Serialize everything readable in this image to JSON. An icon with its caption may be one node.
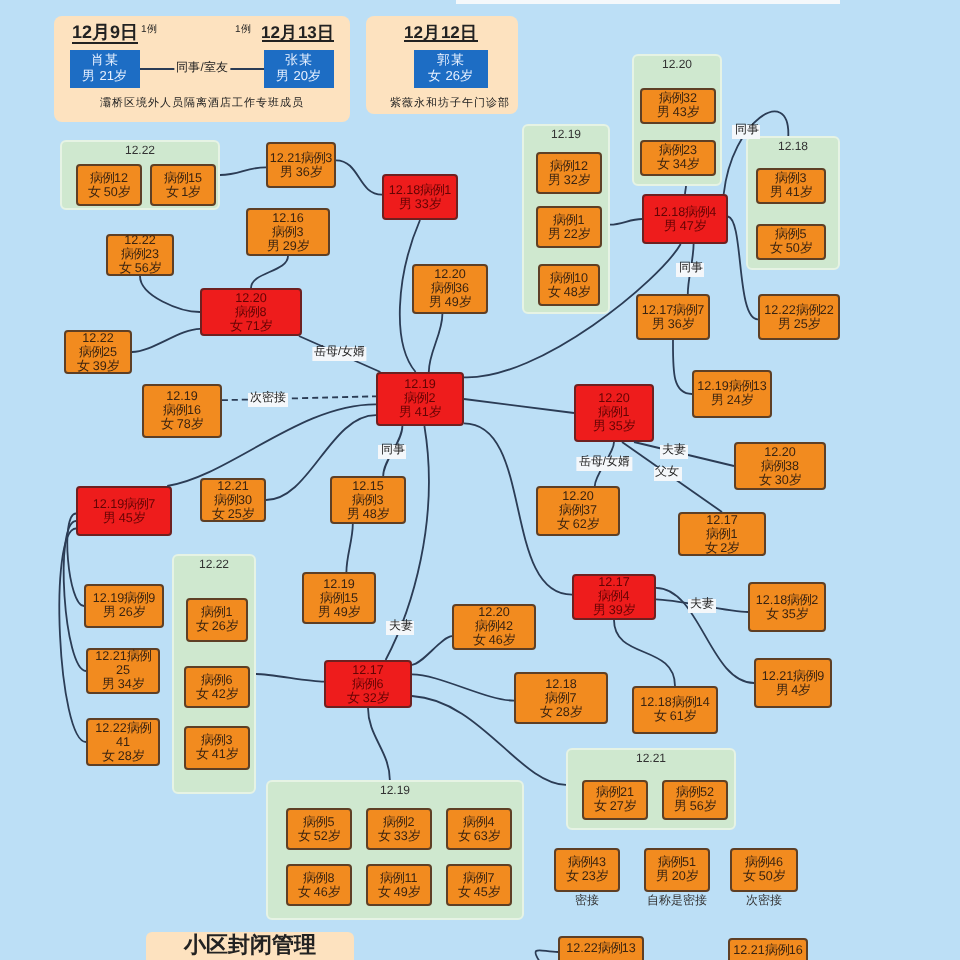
{
  "diagram": {
    "nodes": [
      {
        "text": [
          "12月9日",
          "1例",
          "1例",
          "12月13日",
          "灞桥区境外人员隔离酒店工作专班成员"
        ]
      },
      {
        "text": [
          "肖某",
          "男 21岁"
        ],
        "in": 0
      },
      {
        "text": [
          "张某",
          "男 20岁"
        ],
        "in": 0
      },
      {
        "text": [
          "12月12日",
          "紫薇永和坊子午门诊部"
        ]
      },
      {
        "text": [
          "郭某",
          "女 26岁"
        ],
        "in": 3
      },
      {
        "text": [
          "12.22"
        ]
      },
      {
        "text": [
          "病例12",
          "女 50岁"
        ],
        "in": 5
      },
      {
        "text": [
          "病例15",
          "女 1岁"
        ],
        "in": 5
      },
      {
        "text": [
          "12.21病例3",
          "男 36岁"
        ]
      },
      {
        "text": [
          "12.18病例1",
          "男 33岁"
        ]
      },
      {
        "text": [
          "12.16",
          "病例3",
          "男 29岁"
        ]
      },
      {
        "text": [
          "12.22",
          "病例23",
          "女 56岁"
        ]
      },
      {
        "text": [
          "12.20",
          "病例8",
          "女 71岁"
        ]
      },
      {
        "text": [
          "12.22",
          "病例25",
          "女 39岁"
        ]
      },
      {
        "text": [
          "12.20",
          "病例36",
          "男 49岁"
        ]
      },
      {
        "text": [
          "12.19",
          "病例16",
          "女 78岁"
        ]
      },
      {
        "text": [
          "12.19",
          "病例2",
          "男 41岁"
        ]
      },
      {
        "text": [
          "12.21",
          "病例30",
          "女 25岁"
        ]
      },
      {
        "text": [
          "12.15",
          "病例3",
          "男 48岁"
        ]
      },
      {
        "text": [
          "12.19病例7",
          "男 45岁"
        ]
      },
      {
        "text": [
          "12.22"
        ]
      },
      {
        "text": [
          "病例1",
          "女 26岁"
        ],
        "in": 20
      },
      {
        "text": [
          "病例6",
          "女 42岁"
        ],
        "in": 20
      },
      {
        "text": [
          "病例3",
          "女 41岁"
        ],
        "in": 20
      },
      {
        "text": [
          "12.19病例9",
          "男 26岁"
        ]
      },
      {
        "text": [
          "12.19",
          "病例15",
          "男 49岁"
        ]
      },
      {
        "text": [
          "12.21病例25",
          "男 34岁"
        ]
      },
      {
        "text": [
          "12.22病例41",
          "女 28岁"
        ]
      },
      {
        "text": [
          "12.17",
          "病例6",
          "女 32岁"
        ]
      },
      {
        "text": [
          "12.19"
        ]
      },
      {
        "text": [
          "病例5",
          "女 52岁"
        ],
        "in": 29
      },
      {
        "text": [
          "病例2",
          "女 33岁"
        ],
        "in": 29
      },
      {
        "text": [
          "病例4",
          "女 63岁"
        ],
        "in": 29
      },
      {
        "text": [
          "病例8",
          "女 46岁"
        ],
        "in": 29
      },
      {
        "text": [
          "病例11",
          "女 49岁"
        ],
        "in": 29
      },
      {
        "text": [
          "病例7",
          "女 45岁"
        ],
        "in": 29
      },
      {
        "text": [
          "12.20"
        ]
      },
      {
        "text": [
          "病例32",
          "男 43岁"
        ],
        "in": 36
      },
      {
        "text": [
          "病例23",
          "女 34岁"
        ],
        "in": 36
      },
      {
        "text": [
          "12.19"
        ]
      },
      {
        "text": [
          "病例12",
          "男 32岁"
        ],
        "in": 39
      },
      {
        "text": [
          "病例1",
          "男 22岁"
        ],
        "in": 39
      },
      {
        "text": [
          "病例10",
          "女 48岁"
        ],
        "in": 39
      },
      {
        "text": [
          "12.18病例4",
          "男 47岁"
        ]
      },
      {
        "text": [
          "12.18"
        ]
      },
      {
        "text": [
          "病例3",
          "男 41岁"
        ],
        "in": 44
      },
      {
        "text": [
          "病例5",
          "女 50岁"
        ],
        "in": 44
      },
      {
        "text": [
          "12.17病例7",
          "男 36岁"
        ]
      },
      {
        "text": [
          "12.22病例22",
          "男 25岁"
        ]
      },
      {
        "text": [
          "12.19病例13",
          "男 24岁"
        ]
      },
      {
        "text": [
          "12.20",
          "病例1",
          "男 35岁"
        ]
      },
      {
        "text": [
          "12.20",
          "病例38",
          "女 30岁"
        ]
      },
      {
        "text": [
          "12.20",
          "病例37",
          "女 62岁"
        ]
      },
      {
        "text": [
          "12.17",
          "病例1",
          "女 2岁"
        ]
      },
      {
        "text": [
          "12.17",
          "病例4",
          "男 39岁"
        ]
      },
      {
        "text": [
          "12.18病例2",
          "女 35岁"
        ]
      },
      {
        "text": [
          "12.20",
          "病例42",
          "女 46岁"
        ]
      },
      {
        "text": [
          "12.18",
          "病例7",
          "女 28岁"
        ]
      },
      {
        "text": [
          "12.18病例14",
          "女 61岁"
        ]
      },
      {
        "text": [
          "12.21病例9",
          "男 4岁"
        ]
      },
      {
        "text": [
          "12.21"
        ]
      },
      {
        "text": [
          "病例21",
          "女 27岁"
        ],
        "in": 60
      },
      {
        "text": [
          "病例52",
          "男 56岁"
        ],
        "in": 60
      },
      {
        "text": [
          "病例43",
          "女 23岁"
        ],
        "beside": [
          "密接"
        ]
      },
      {
        "text": [
          "病例51",
          "男 20岁"
        ],
        "beside": [
          "自称是密接"
        ]
      },
      {
        "text": [
          "病例46",
          "女 50岁"
        ],
        "beside": [
          "次密接"
        ]
      },
      {
        "text": [
          "小区封闭管理"
        ]
      },
      {
        "text": [
          "12.22病例13"
        ]
      },
      {
        "text": [
          "12.21病例16"
        ]
      }
    ],
    "edges": [
      {
        "from": 1,
        "to": 2,
        "arrow": "none",
        "label": "同事/室友"
      },
      {
        "from": 5,
        "to": 8,
        "arrow": "none"
      },
      {
        "from": 8,
        "to": 9,
        "arrow": "none"
      },
      {
        "from": 9,
        "to": 16,
        "arrow": "none"
      },
      {
        "from": 10,
        "to": 12,
        "arrow": "none"
      },
      {
        "from": 11,
        "to": 12,
        "arrow": "none"
      },
      {
        "from": 13,
        "to": 12,
        "arrow": "none"
      },
      {
        "from": 12,
        "to": 16,
        "arrow": "none",
        "label": "岳母/女婿"
      },
      {
        "from": 14,
        "to": 16,
        "arrow": "none"
      },
      {
        "from": 15,
        "to": 16,
        "arrow": "none",
        "label": "次密接",
        "style": "dashed"
      },
      {
        "from": 19,
        "to": 16,
        "arrow": "none"
      },
      {
        "from": 17,
        "to": 16,
        "arrow": "none"
      },
      {
        "from": 16,
        "to": 18,
        "arrow": "none",
        "label": "同事"
      },
      {
        "from": 18,
        "to": 25,
        "arrow": "none"
      },
      {
        "from": 16,
        "to": 28,
        "arrow": "none",
        "label": "夫妻"
      },
      {
        "from": 19,
        "to": 24,
        "arrow": "none"
      },
      {
        "from": 19,
        "to": 26,
        "arrow": "none"
      },
      {
        "from": 19,
        "to": 27,
        "arrow": "none"
      },
      {
        "from": 28,
        "to": 20,
        "arrow": "none"
      },
      {
        "from": 28,
        "to": 29,
        "arrow": "none"
      },
      {
        "from": 28,
        "to": 57,
        "arrow": "none"
      },
      {
        "from": 28,
        "to": 60,
        "arrow": "none"
      },
      {
        "from": 28,
        "to": 56,
        "arrow": "none"
      },
      {
        "from": 43,
        "to": 36,
        "arrow": "none"
      },
      {
        "from": 43,
        "to": 39,
        "arrow": "none"
      },
      {
        "from": 43,
        "to": 44,
        "arrow": "none",
        "label": "同事"
      },
      {
        "from": 43,
        "to": 47,
        "arrow": "none",
        "label": "同事"
      },
      {
        "from": 43,
        "to": 48,
        "arrow": "none"
      },
      {
        "from": 43,
        "to": 16,
        "arrow": "none"
      },
      {
        "from": 47,
        "to": 49,
        "arrow": "none"
      },
      {
        "from": 16,
        "to": 50,
        "arrow": "none"
      },
      {
        "from": 50,
        "to": 52,
        "arrow": "none",
        "label": "岳母/女婿"
      },
      {
        "from": 50,
        "to": 51,
        "arrow": "none",
        "label": "夫妻"
      },
      {
        "from": 50,
        "to": 53,
        "arrow": "none",
        "label": "父女"
      },
      {
        "from": 16,
        "to": 54,
        "arrow": "none"
      },
      {
        "from": 54,
        "to": 55,
        "arrow": "none",
        "label": "夫妻"
      },
      {
        "from": 54,
        "to": 58,
        "arrow": "none"
      },
      {
        "from": 54,
        "to": 59,
        "arrow": "none"
      },
      {
        "from": null,
        "to": 67,
        "arrow": "none"
      }
    ]
  }
}
